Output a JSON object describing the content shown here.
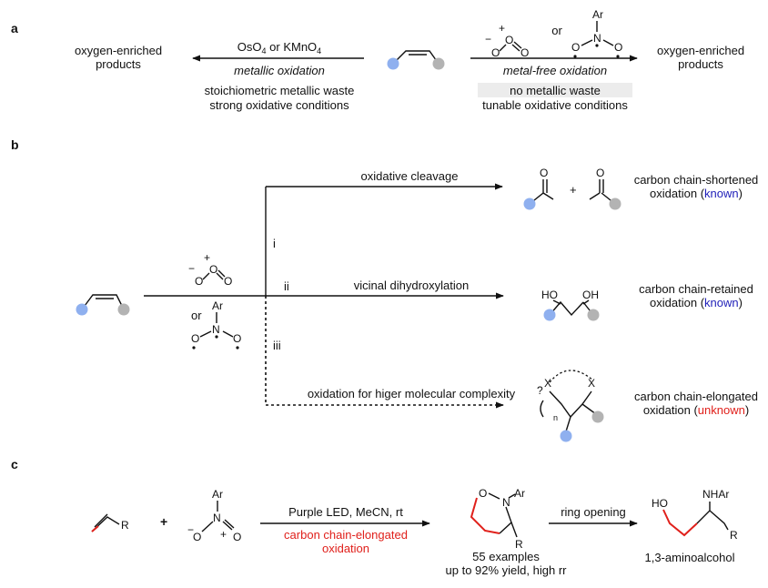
{
  "panels": [
    "a",
    "b",
    "c"
  ],
  "panel_a": {
    "left_product": [
      "oxygen-enriched",
      "products"
    ],
    "right_product": [
      "oxygen-enriched",
      "products"
    ],
    "metal_reagent": {
      "prefix": "OsO",
      "sub1": "4",
      "middle": " or KMnO",
      "sub2": "4"
    },
    "metal_label": "metallic oxidation",
    "metal_notes": [
      "stoichiometric metallic waste",
      "strong oxidative conditions"
    ],
    "or_label": "or",
    "metal_free_label": "metal-free oxidation",
    "metal_free_notes": [
      "no metallic waste",
      "tunable oxidative conditions"
    ]
  },
  "panel_b": {
    "routes": [
      {
        "numeral": "i",
        "label": "oxidative cleavage",
        "result": [
          "carbon chain-shortened",
          "oxidation ("
        ],
        "status": "known"
      },
      {
        "numeral": "ii",
        "label": "vicinal dihydroxylation",
        "result": [
          "carbon chain-retained",
          "oxidation ("
        ],
        "status": "known"
      },
      {
        "numeral": "iii",
        "label": "oxidation for higer molecular complexity",
        "result": [
          "carbon chain-elongated",
          "oxidation ("
        ],
        "status": "unknown"
      }
    ],
    "plus": "+",
    "or_label": "or",
    "close_paren": ")",
    "atoms": {
      "O": "O",
      "HO": "HO",
      "OH": "OH",
      "X": "X",
      "n": "n",
      "q": "?",
      "Ar": "Ar",
      "N": "N",
      "plus": "+",
      "minus": "−"
    }
  },
  "panel_c": {
    "plus": "+",
    "substituent": "R",
    "conditions": "Purple LED, MeCN, rt",
    "highlight": [
      "carbon chain-elongated",
      "oxidation"
    ],
    "intermediate_atoms": {
      "O": "O",
      "N": "N",
      "Ar": "Ar",
      "R": "R"
    },
    "stats": [
      "55 examples",
      "up to 92% yield, high rr"
    ],
    "step2": "ring opening",
    "product_atoms": {
      "HO": "HO",
      "NHAr": "NHAr",
      "R": "R"
    },
    "product_name": "1,3-aminoalcohol"
  },
  "colors": {
    "blue_atom": "#8fb0ef",
    "grey_atom": "#b3b3b3",
    "known": "#1f1fb8",
    "unknown": "#e0201b",
    "highlight_bond": "#e0201b",
    "note_box": "#ececec"
  }
}
